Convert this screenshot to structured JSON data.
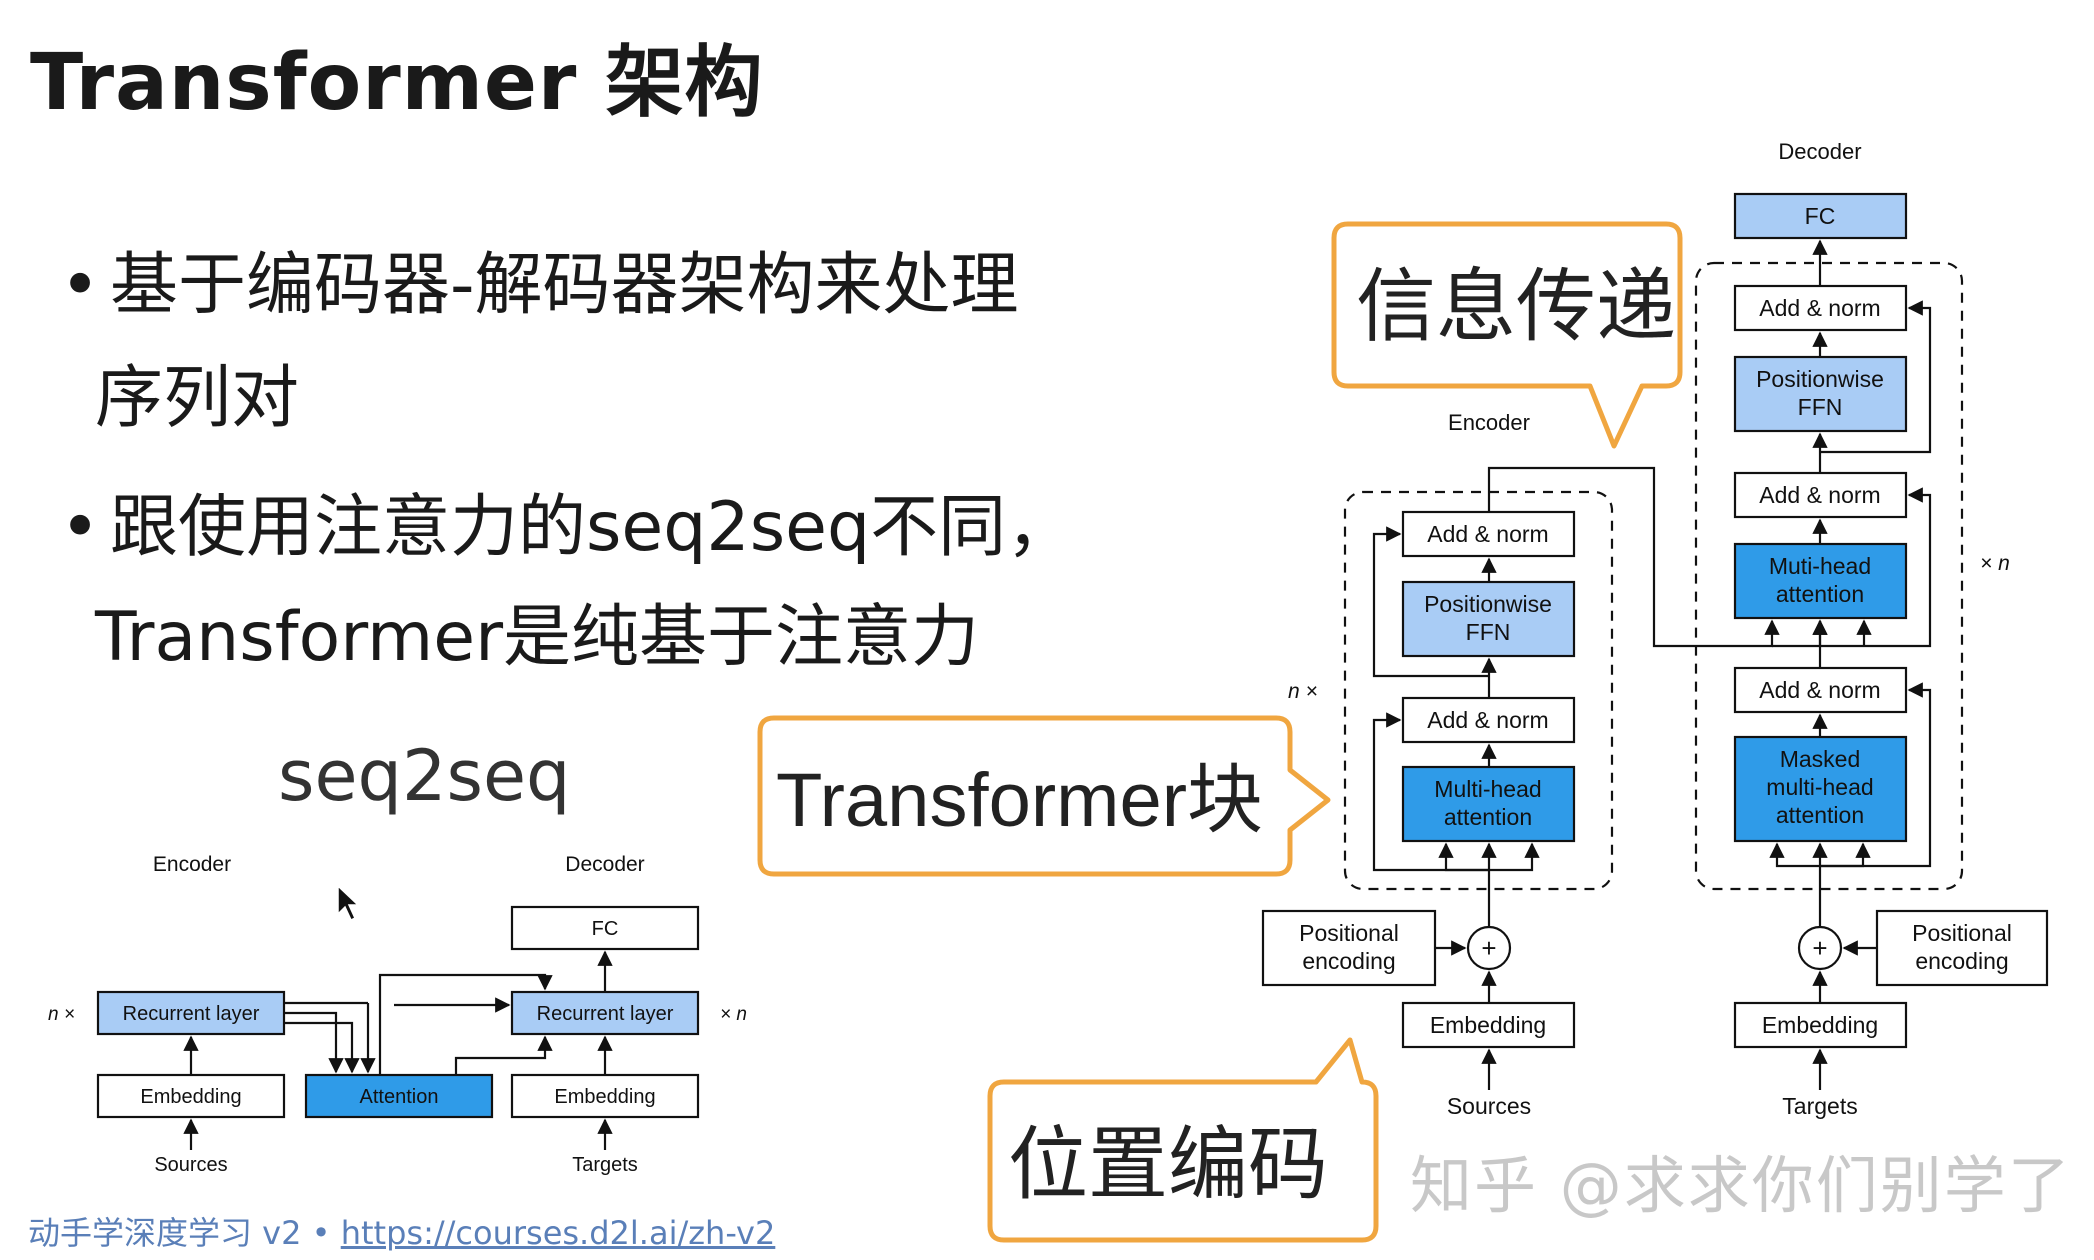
{
  "slide": {
    "title": "Transformer 架构",
    "bullet1_line1": "基于编码器-解码器架构来处理",
    "bullet1_line2": "序列对",
    "bullet2_line1": "跟使用注意力的seq2seq不同，",
    "bullet2_line2": "Transformer是纯基于注意力",
    "bullet_symbol": "•",
    "seq2seq_heading": "seq2seq",
    "footer_prefix": "动手学深度学习 v2 • ",
    "footer_link": "https://courses.d2l.ai/zh-v2",
    "watermark": "知乎 @求求你们别学了"
  },
  "callouts": {
    "info_passing": "信息传递",
    "transformer_block": "Transformer块",
    "position_encoding": "位置编码"
  },
  "seq2seq_diagram": {
    "encoder_label": "Encoder",
    "decoder_label": "Decoder",
    "fc": "FC",
    "recurrent_layer_left": "Recurrent layer",
    "recurrent_layer_right": "Recurrent layer",
    "embedding_left": "Embedding",
    "embedding_right": "Embedding",
    "attention": "Attention",
    "sources": "Sources",
    "targets": "Targets",
    "n_left": "n ×",
    "n_right": "× n"
  },
  "transformer_diagram": {
    "encoder_label": "Encoder",
    "decoder_label": "Decoder",
    "fc": "FC",
    "add_norm": "Add & norm",
    "positionwise_ffn_line1": "Positionwise",
    "positionwise_ffn_line2": "FFN",
    "multi_head_line1": "Multi-head",
    "multi_head_line2": "attention",
    "muti_head_line1": "Muti-head",
    "muti_head_line2": "attention",
    "masked_line1": "Masked",
    "masked_line2": "multi-head",
    "masked_line3": "attention",
    "positional_line1": "Positional",
    "positional_line2": "encoding",
    "embedding": "Embedding",
    "sources": "Sources",
    "targets": "Targets",
    "n_left": "n ×",
    "n_right": "× n",
    "plus": "+"
  },
  "colors": {
    "light_blue": "#a9ccf5",
    "dark_blue": "#2f9be8",
    "callout_border": "#f0a640",
    "footer_link": "#5a7fb8"
  }
}
